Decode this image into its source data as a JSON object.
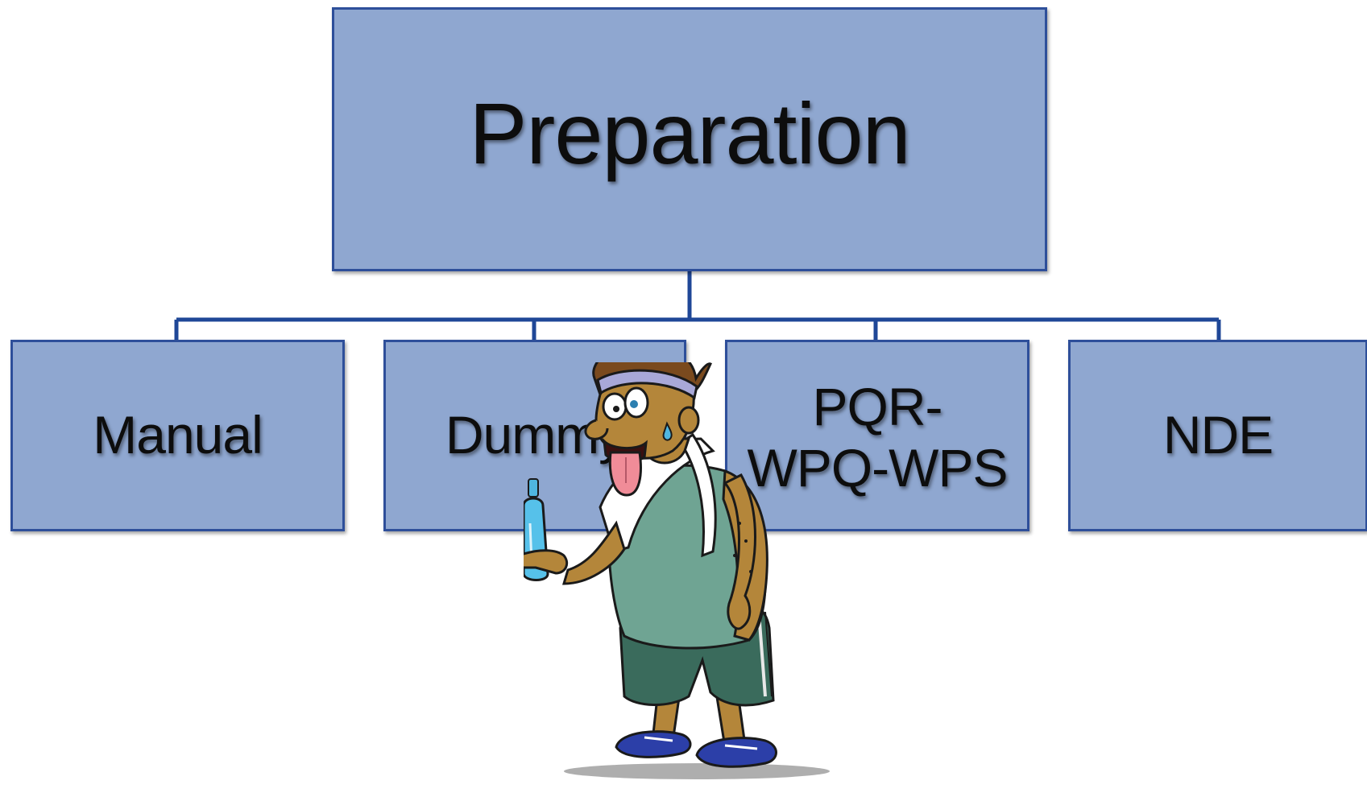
{
  "colors": {
    "box_fill": "#8fa7d0",
    "box_border": "#2e4f9a",
    "connector": "#1f4797",
    "text": "#0d0d0d"
  },
  "diagram": {
    "root": {
      "label": "Preparation"
    },
    "children": [
      {
        "label": "Manual"
      },
      {
        "label": "Dummy"
      },
      {
        "label": "PQR-WPQ-WPS"
      },
      {
        "label": "NDE"
      }
    ]
  },
  "illustration": {
    "icon": "tired-athlete-with-water-bottle-icon"
  }
}
